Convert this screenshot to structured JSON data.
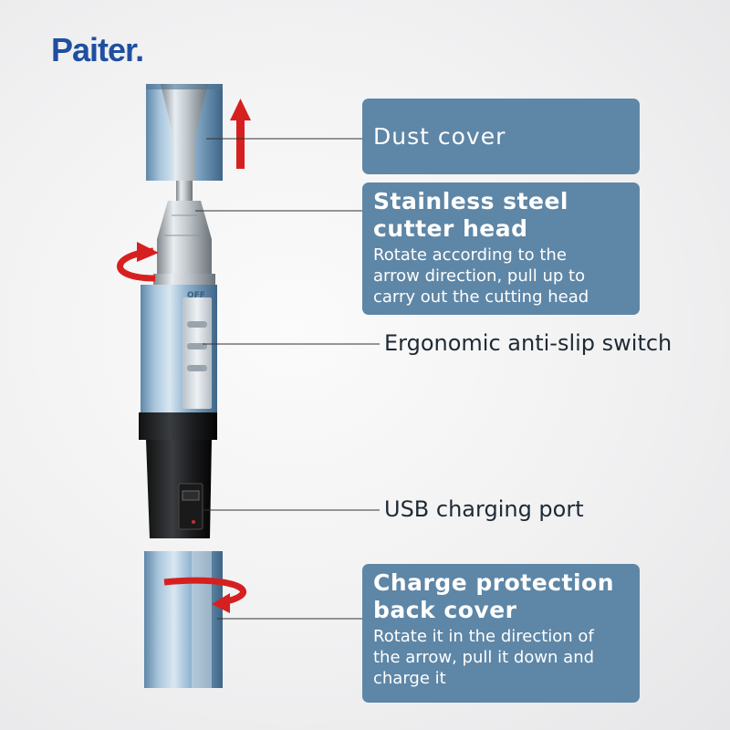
{
  "brand": {
    "logo_text": "Paiter."
  },
  "callouts": {
    "dust_cover": {
      "title": "Dust cover"
    },
    "cutter_head": {
      "title_line1": "Stainless steel",
      "title_line2": "cutter head",
      "desc_line1": "Rotate according to the",
      "desc_line2": "arrow direction, pull up to",
      "desc_line3": "carry out the cutting head"
    },
    "switch": {
      "title": "Ergonomic anti-slip switch"
    },
    "usb_port": {
      "title": "USB charging port"
    },
    "back_cover": {
      "title_line1": "Charge protection",
      "title_line2": "back cover",
      "desc_line1": "Rotate it in the direction of",
      "desc_line2": "the arrow, pull it down and",
      "desc_line3": "charge it"
    }
  },
  "device": {
    "switch_off_label": "OFF"
  },
  "colors": {
    "callout_bg": "#5e86a6",
    "logo": "#1f4fa0",
    "arrow": "#d62020",
    "body_blue": "#8fb3cf"
  }
}
